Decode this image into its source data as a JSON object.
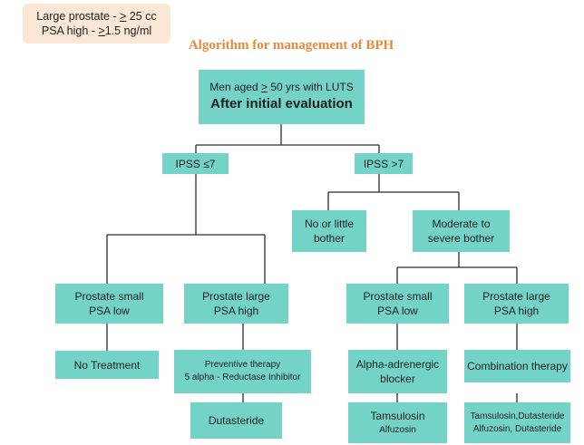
{
  "note": {
    "line1": "Large prostate - ≥ 25 cc",
    "line2": "PSA high - ≥1.5 ng/ml"
  },
  "title": "Algorithm for management of BPH",
  "root": {
    "line1": "Men aged ≥ 50 yrs with LUTS",
    "line2": "After initial evaluation"
  },
  "ipss_low": "IPSS ≤7",
  "ipss_high": "IPSS >7",
  "no_bother": {
    "line1": "No or little",
    "line2": "bother"
  },
  "moderate": {
    "line1": "Moderate to",
    "line2": "severe bother"
  },
  "prostate_small_left": {
    "line1": "Prostate small",
    "line2": "PSA low"
  },
  "prostate_large_left": {
    "line1": "Prostate large",
    "line2": "PSA high"
  },
  "prostate_small_right": {
    "line1": "Prostate small",
    "line2": "PSA low"
  },
  "prostate_large_right": {
    "line1": "Prostate large",
    "line2": "PSA high"
  },
  "no_treatment": "No Treatment",
  "preventive": {
    "line1": "Preventive therapy",
    "line2": "5 alpha - Reductase Inhibitor"
  },
  "alpha": {
    "line1": "Alpha-adrenergic",
    "line2": "blocker"
  },
  "combination": "Combination therapy",
  "dutasteride": "Dutasteride",
  "tamsulosin": {
    "line1": "Tamsulosin",
    "line2": "Alfuzosin"
  },
  "combo_drugs": {
    "line1": "Tamsulosin,Dutasteride",
    "line2": "Alfuzosin, Dutasteride"
  }
}
